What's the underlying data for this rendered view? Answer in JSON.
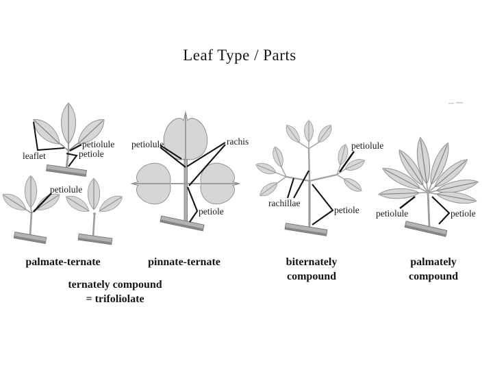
{
  "slide": {
    "title": "Leaf Type / Parts"
  },
  "diagrams": {
    "palmate_ternate": {
      "caption": "palmate-ternate",
      "labels": {
        "leaflet": "leaflet",
        "petiolule": "petiolule",
        "petiole": "petiole"
      },
      "small_plant_label": "petiolule"
    },
    "pinnate_ternate": {
      "caption": "pinnate-ternate",
      "labels": {
        "petiolule": "petiolule",
        "rachis": "rachis",
        "petiole": "petiole"
      }
    },
    "biternately": {
      "caption_line1": "biternately",
      "caption_line2": "compound",
      "labels": {
        "petiolule": "petiolule",
        "rachillae": "rachillae",
        "petiole": "petiole"
      }
    },
    "palmately": {
      "caption_line1": "palmately",
      "caption_line2": "compound",
      "labels": {
        "petiolule": "petiolule",
        "petiole": "petiole"
      }
    }
  },
  "footnote": {
    "line1": "ternately compound",
    "line2": "= trifoliolate"
  },
  "colors": {
    "background": "#ffffff",
    "leaf_fill": "#d6d6d6",
    "leaf_outline": "#8f8f8f",
    "midrib": "#7d7d7d",
    "stem": "#9c9c9c",
    "base_bar": "#b3b3b3",
    "base_bar_shadow": "#878787",
    "leader_line": "#111111",
    "text": "#141414"
  }
}
